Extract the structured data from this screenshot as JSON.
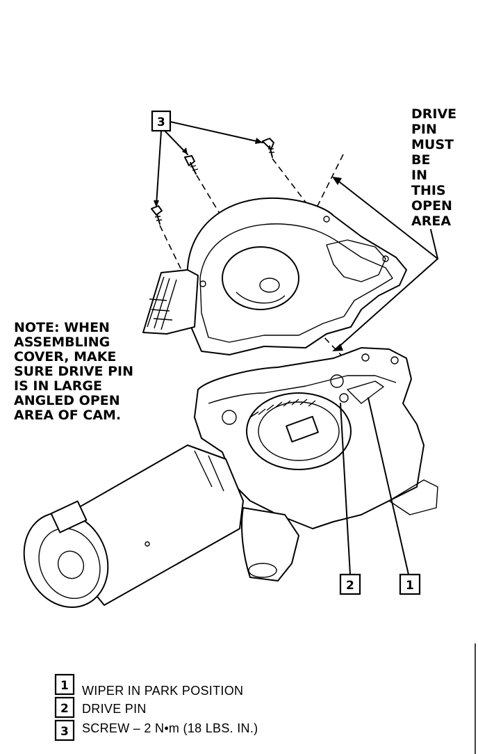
{
  "drive_pin_note": [
    "DRIVE",
    "PIN",
    "MUST",
    "BE",
    "IN",
    "THIS",
    "OPEN",
    "AREA"
  ],
  "assembly_note": [
    "NOTE: WHEN",
    "ASSEMBLING",
    "COVER, MAKE",
    "SURE DRIVE PIN",
    "IS IN LARGE",
    "ANGLED OPEN",
    "AREA OF CAM."
  ],
  "callouts": {
    "screw": "3",
    "drive_pin": "2",
    "park": "1"
  },
  "legend": [
    {
      "num": "1",
      "text": "WIPER IN PARK POSITION"
    },
    {
      "num": "2",
      "text": "DRIVE PIN"
    },
    {
      "num": "3",
      "text": "SCREW – 2 N•m (18 LBS. IN.)"
    }
  ]
}
